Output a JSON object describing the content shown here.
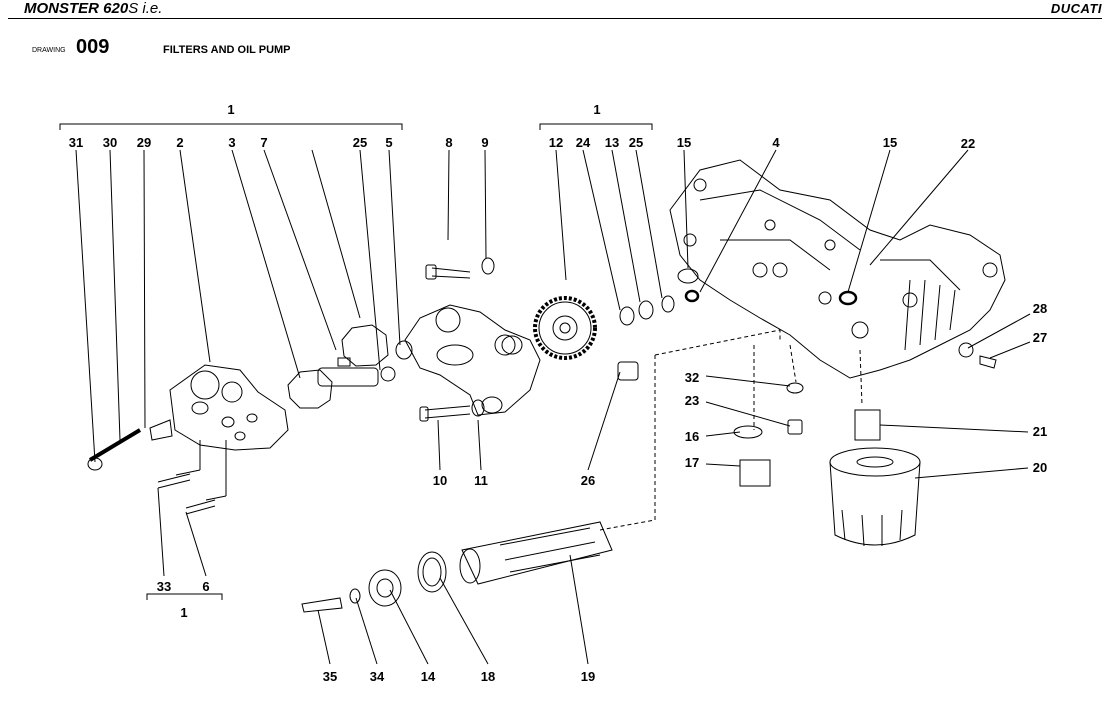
{
  "header": {
    "model_bold": "MONSTER 620",
    "model_suffix": "S i.e.",
    "brand": "DUCATI"
  },
  "drawing": {
    "label": "DRAWING",
    "number": "009",
    "title": "FILTERS AND OIL PUMP"
  },
  "callouts": [
    "1",
    "31",
    "30",
    "29",
    "2",
    "3",
    "7",
    "25",
    "5",
    "8",
    "9",
    "12",
    "24",
    "13",
    "15",
    "4",
    "22",
    "28",
    "27",
    "32",
    "23",
    "16",
    "17",
    "21",
    "20",
    "10",
    "11",
    "26",
    "33",
    "6",
    "35",
    "34",
    "14",
    "18",
    "19"
  ]
}
